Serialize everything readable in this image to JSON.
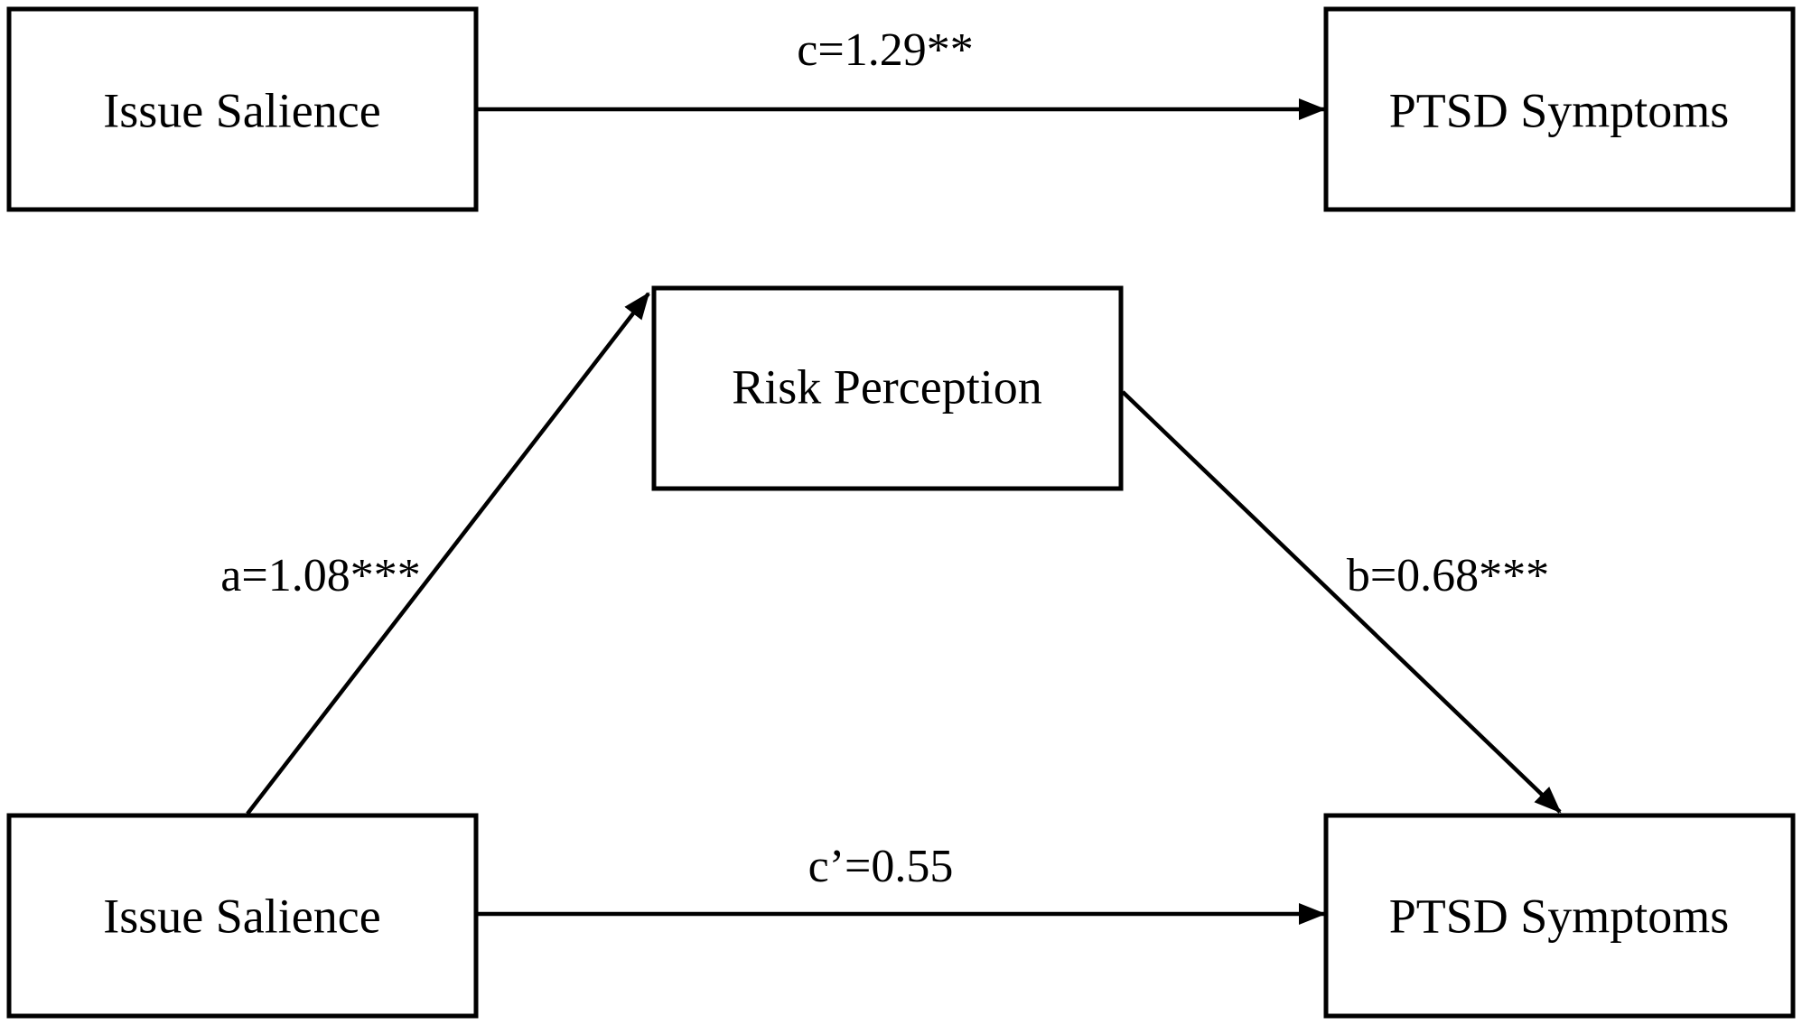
{
  "diagram": {
    "total_effect": {
      "predictor": "Issue Salience",
      "outcome": "PTSD Symptoms",
      "path_c_label": "c=1.29**"
    },
    "mediation_model": {
      "predictor": "Issue Salience",
      "mediator": "Risk Perception",
      "outcome": "PTSD Symptoms",
      "path_a_label": "a=1.08***",
      "path_b_label": "b=0.68***",
      "path_c_prime_label": "c’=0.55"
    }
  }
}
